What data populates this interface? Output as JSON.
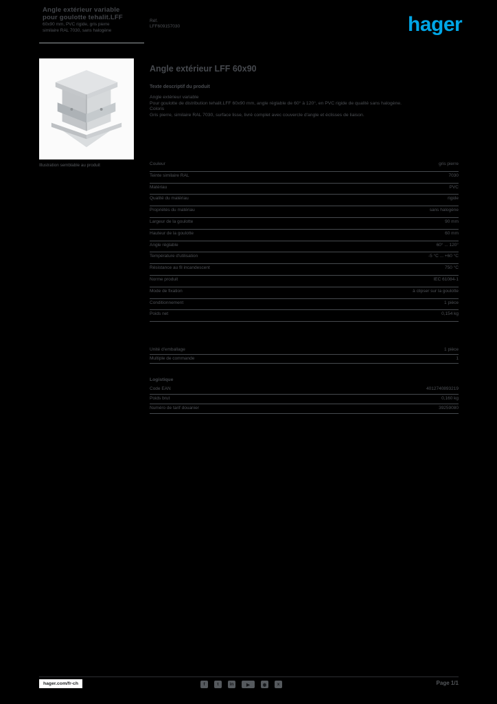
{
  "brand": {
    "logo_text": "hager",
    "accent_color": "#00a6e6"
  },
  "header": {
    "title_line1": "Angle extérieur variable",
    "title_line2": "pour goulotte tehalit.LFF",
    "subtitle_line1": "60x90 mm, PVC rigide, gris pierre",
    "subtitle_line2": "similaire RAL 7030, sans halogène",
    "ref_label": "Réf.",
    "ref_value": "LFF609157030"
  },
  "product": {
    "image_caption": "Illustration semblable au produit",
    "title": "Angle extérieur LFF 60x90",
    "description_heading": "Texte descriptif du produit",
    "description_lines": [
      "Angle extérieur variable",
      "Pour goulotte de distribution tehalit.LFF 60x90 mm, angle réglable de 60° à 120°, en PVC rigide de qualité sans halogène.",
      "Coloris",
      "Gris pierre, similaire RAL 7030, surface lisse, livré complet avec couvercle d'angle et éclisses de liaison."
    ]
  },
  "attributes": {
    "rows": [
      {
        "label": "Couleur",
        "value": "gris pierre"
      },
      {
        "label": "Teinte similaire RAL",
        "value": "7030"
      },
      {
        "label": "Matériau",
        "value": "PVC"
      },
      {
        "label": "Qualité du matériau",
        "value": "rigide"
      },
      {
        "label": "Propriétés du matériau",
        "value": "sans halogène"
      },
      {
        "label": "Largeur de la goulotte",
        "value": "90 mm"
      },
      {
        "label": "Hauteur de la goulotte",
        "value": "60 mm"
      },
      {
        "label": "Angle réglable",
        "value": "60° ... 120°"
      },
      {
        "label": "Température d'utilisation",
        "value": "-5 °C ... +60 °C"
      },
      {
        "label": "Résistance au fil incandescent",
        "value": "750 °C"
      },
      {
        "label": "Norme produit",
        "value": "IEC 61084-1"
      },
      {
        "label": "Mode de fixation",
        "value": "à clipser sur la goulotte"
      },
      {
        "label": "Conditionnement",
        "value": "1 pièce"
      },
      {
        "label": "Poids net",
        "value": "0,154 kg"
      }
    ]
  },
  "notes": {
    "rows": [
      {
        "label": "Unité d'emballage",
        "value": "1 pièce"
      },
      {
        "label": "Multiple de commande",
        "value": "1"
      }
    ]
  },
  "logistics": {
    "heading": "Logistique",
    "rows": [
      {
        "label": "Code EAN",
        "value": "4012740893219"
      },
      {
        "label": "Poids brut",
        "value": "0,160 kg"
      },
      {
        "label": "Numéro de tarif douanier",
        "value": "39259080"
      }
    ]
  },
  "footer": {
    "website": "hager.com/fr-ch",
    "page_label": "Page 1/1",
    "social_icons": [
      {
        "name": "facebook-icon",
        "glyph": "f"
      },
      {
        "name": "twitter-icon",
        "glyph": "t"
      },
      {
        "name": "linkedin-icon",
        "glyph": "in"
      },
      {
        "name": "youtube-icon",
        "glyph": "▶",
        "wide": true
      },
      {
        "name": "instagram-icon",
        "glyph": "◉"
      },
      {
        "name": "xing-icon",
        "glyph": "x"
      }
    ]
  }
}
